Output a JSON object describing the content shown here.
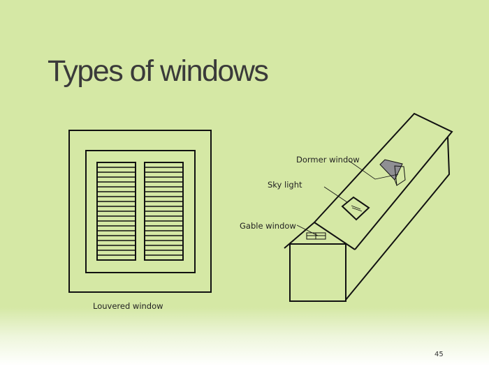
{
  "slide": {
    "title": "Types of windows",
    "page_number": "45",
    "labels": {
      "louvered": "Louvered window",
      "dormer": "Dormer window",
      "sky_light": "Sky light",
      "gable": "Gable window"
    }
  }
}
